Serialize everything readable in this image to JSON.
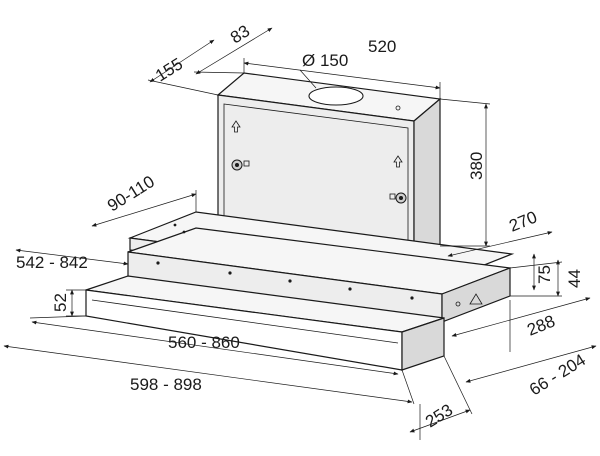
{
  "dimensions": {
    "top_depth_155": "155",
    "top_offset_83": "83",
    "width_520": "520",
    "duct_diameter": "Ø 150",
    "height_380": "380",
    "depth_270": "270",
    "range_90_110": "90-110",
    "range_542_842": "542 - 842",
    "height_52": "52",
    "height_75": "75",
    "height_44": "44",
    "depth_288": "288",
    "range_560_860": "560 - 860",
    "range_598_898": "598 - 898",
    "range_66_204": "66 - 204",
    "depth_253": "253"
  }
}
